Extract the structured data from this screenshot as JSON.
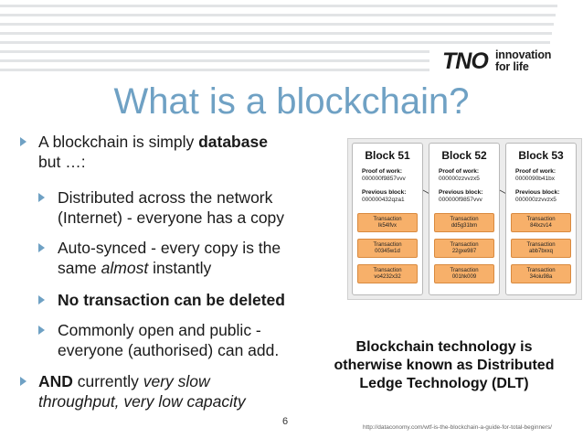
{
  "header": {
    "logo": {
      "wordmark": "TNO",
      "tagline_line1": "innovation",
      "tagline_line2": "for life"
    },
    "title": "What is a blockchain?"
  },
  "bullets": [
    {
      "level": 1,
      "line1_plain": "A blockchain is simply ",
      "line1_bold": "database",
      "line2": "but …:"
    },
    {
      "level": 2,
      "line1": "Distributed across the network",
      "line2": "(Internet) - everyone has a copy"
    },
    {
      "level": 2,
      "line1": "Auto-synced - every copy is the",
      "line2_plain": "same ",
      "line2_italic": "almost",
      "line2_tail": " instantly"
    },
    {
      "level": 2,
      "line1_bold": "No transaction can be deleted"
    },
    {
      "level": 2,
      "line1": "Commonly open and public -",
      "line2": "everyone (authorised) can add."
    },
    {
      "level": 1,
      "line1_bold": "AND",
      "line1_plain": " currently ",
      "line1_italic": "very slow",
      "line2_italic": "throughput, very low capacity"
    }
  ],
  "figure": {
    "blocks": [
      {
        "title": "Block 51",
        "pow_label": "Proof of work:",
        "pow": "000000f9857vvv",
        "prev_label": "Previous block:",
        "prev": "000000432qza1",
        "transactions": [
          {
            "label": "Transaction",
            "id": "lk54lfvx"
          },
          {
            "label": "Transaction",
            "id": "00345w1d"
          },
          {
            "label": "Transaction",
            "id": "vo4232x32"
          }
        ]
      },
      {
        "title": "Block 52",
        "pow_label": "Proof of work:",
        "pow": "000000zzvvzx5",
        "prev_label": "Previous block:",
        "prev": "000000f9857vvv",
        "transactions": [
          {
            "label": "Transaction",
            "id": "dd5g31bm"
          },
          {
            "label": "Transaction",
            "id": "22gxe987"
          },
          {
            "label": "Transaction",
            "id": "001hk009"
          }
        ]
      },
      {
        "title": "Block 53",
        "pow_label": "Proof of work:",
        "pow": "0000090b41bx",
        "prev_label": "Previous block:",
        "prev": "000000zzvvzx5",
        "transactions": [
          {
            "label": "Transaction",
            "id": "84lxzv14"
          },
          {
            "label": "Transaction",
            "id": "abb7bxxq"
          },
          {
            "label": "Transaction",
            "id": "34oiu98a"
          }
        ]
      }
    ]
  },
  "caption": {
    "line1": "Blockchain technology is",
    "line2": "otherwise known as Distributed",
    "line3": "Ledge Technology (DLT)"
  },
  "footer": {
    "page_number": "6",
    "source": "http://dataconomy.com/wtf-is-the-blockchain-a-guide-for-total-beginners/"
  },
  "colors": {
    "accent": "#6fa1c4",
    "transaction_fill": "#f7b06a",
    "stripe": "#e2e4e6"
  }
}
